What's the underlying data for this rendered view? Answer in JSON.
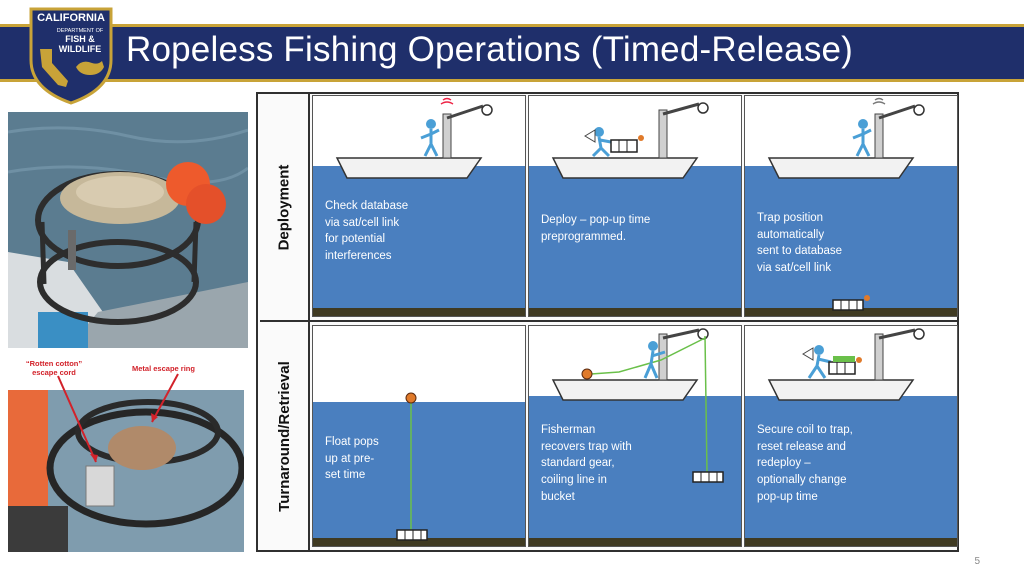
{
  "header": {
    "title": "Ropeless Fishing Operations (Timed-Release)",
    "logo_lines": [
      "CALIFORNIA",
      "DEPARTMENT OF",
      "FISH &",
      "WILDLIFE"
    ]
  },
  "photos": {
    "bottom_labels": {
      "left": "“Rotten cotton” escape cord",
      "right": "Metal escape ring"
    }
  },
  "diagram": {
    "rows": [
      {
        "label": "Deployment",
        "panels": [
          {
            "lines": [
              "Check database",
              "via sat/cell link",
              "for potential",
              "interferences"
            ]
          },
          {
            "lines": [
              "Deploy – pop-up time",
              "preprogrammed."
            ]
          },
          {
            "lines": [
              "Trap position",
              "automatically",
              "sent to database",
              "via sat/cell link"
            ]
          }
        ]
      },
      {
        "label": "Turnaround/Retrieval",
        "panels": [
          {
            "lines": [
              "Float pops",
              "up at pre-",
              "set time"
            ]
          },
          {
            "lines": [
              "Fisherman",
              "recovers trap with",
              "standard gear,",
              "coiling line in",
              "bucket"
            ]
          },
          {
            "lines": [
              "Secure coil to trap,",
              "reset release and",
              "redeploy –",
              "optionally change",
              "pop-up time"
            ]
          }
        ]
      }
    ]
  },
  "footer": {
    "page_number": "5"
  },
  "colors": {
    "title_bar": "#1f2f6b",
    "gold": "#c8a338",
    "sea": "#4a7fbf",
    "seafloor": "#3f3a22",
    "float": "#e07a2a",
    "figure": "#4a9fd6",
    "label_red": "#d2222a"
  }
}
